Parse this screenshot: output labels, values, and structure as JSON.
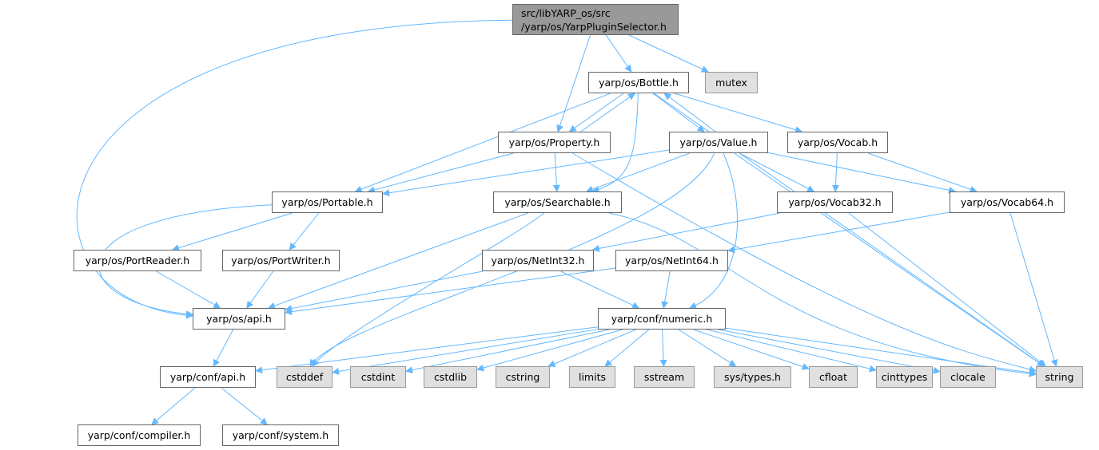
{
  "root": {
    "line1": "src/libYARP_os/src",
    "line2": "/yarp/os/YarpPluginSelector.h"
  },
  "nodes": {
    "mutex": "mutex",
    "bottle": "yarp/os/Bottle.h",
    "property": "yarp/os/Property.h",
    "value": "yarp/os/Value.h",
    "vocab": "yarp/os/Vocab.h",
    "portable": "yarp/os/Portable.h",
    "searchable": "yarp/os/Searchable.h",
    "vocab32": "yarp/os/Vocab32.h",
    "vocab64": "yarp/os/Vocab64.h",
    "portreader": "yarp/os/PortReader.h",
    "portwriter": "yarp/os/PortWriter.h",
    "netint32": "yarp/os/NetInt32.h",
    "netint64": "yarp/os/NetInt64.h",
    "osapi": "yarp/os/api.h",
    "numeric": "yarp/conf/numeric.h",
    "confapi": "yarp/conf/api.h",
    "cstddef": "cstddef",
    "cstdint": "cstdint",
    "cstdlib": "cstdlib",
    "cstring": "cstring",
    "limits": "limits",
    "sstream": "sstream",
    "systypes": "sys/types.h",
    "cfloat": "cfloat",
    "cinttypes": "cinttypes",
    "clocale": "clocale",
    "string": "string",
    "compiler": "yarp/conf/compiler.h",
    "system": "yarp/conf/system.h"
  },
  "edges": [
    [
      "root",
      "osapi"
    ],
    [
      "root",
      "property"
    ],
    [
      "root",
      "bottle"
    ],
    [
      "root",
      "mutex"
    ],
    [
      "bottle",
      "portable"
    ],
    [
      "bottle",
      "property"
    ],
    [
      "bottle",
      "searchable"
    ],
    [
      "bottle",
      "value"
    ],
    [
      "bottle",
      "vocab"
    ],
    [
      "bottle",
      "string"
    ],
    [
      "property",
      "bottle"
    ],
    [
      "property",
      "portable"
    ],
    [
      "property",
      "searchable"
    ],
    [
      "property",
      "string"
    ],
    [
      "value",
      "bottle"
    ],
    [
      "value",
      "portable"
    ],
    [
      "value",
      "searchable"
    ],
    [
      "value",
      "vocab32"
    ],
    [
      "value",
      "vocab64"
    ],
    [
      "value",
      "numeric"
    ],
    [
      "value",
      "cstddef"
    ],
    [
      "value",
      "string"
    ],
    [
      "vocab",
      "vocab32"
    ],
    [
      "vocab",
      "vocab64"
    ],
    [
      "portable",
      "osapi"
    ],
    [
      "portable",
      "portreader"
    ],
    [
      "portable",
      "portwriter"
    ],
    [
      "searchable",
      "osapi"
    ],
    [
      "searchable",
      "cstddef"
    ],
    [
      "searchable",
      "string"
    ],
    [
      "vocab32",
      "netint32"
    ],
    [
      "vocab32",
      "string"
    ],
    [
      "vocab64",
      "netint64"
    ],
    [
      "vocab64",
      "string"
    ],
    [
      "portreader",
      "osapi"
    ],
    [
      "portwriter",
      "osapi"
    ],
    [
      "netint32",
      "osapi"
    ],
    [
      "netint32",
      "numeric"
    ],
    [
      "netint64",
      "osapi"
    ],
    [
      "netint64",
      "numeric"
    ],
    [
      "osapi",
      "confapi"
    ],
    [
      "numeric",
      "confapi"
    ],
    [
      "numeric",
      "cstddef"
    ],
    [
      "numeric",
      "cstdint"
    ],
    [
      "numeric",
      "cstdlib"
    ],
    [
      "numeric",
      "cstring"
    ],
    [
      "numeric",
      "limits"
    ],
    [
      "numeric",
      "sstream"
    ],
    [
      "numeric",
      "systypes"
    ],
    [
      "numeric",
      "cfloat"
    ],
    [
      "numeric",
      "cinttypes"
    ],
    [
      "numeric",
      "clocale"
    ],
    [
      "numeric",
      "string"
    ],
    [
      "confapi",
      "compiler"
    ],
    [
      "confapi",
      "system"
    ]
  ],
  "colors": {
    "edge": "#63b8ff",
    "root_fill": "#999999",
    "system_fill": "#e0e0e0"
  }
}
